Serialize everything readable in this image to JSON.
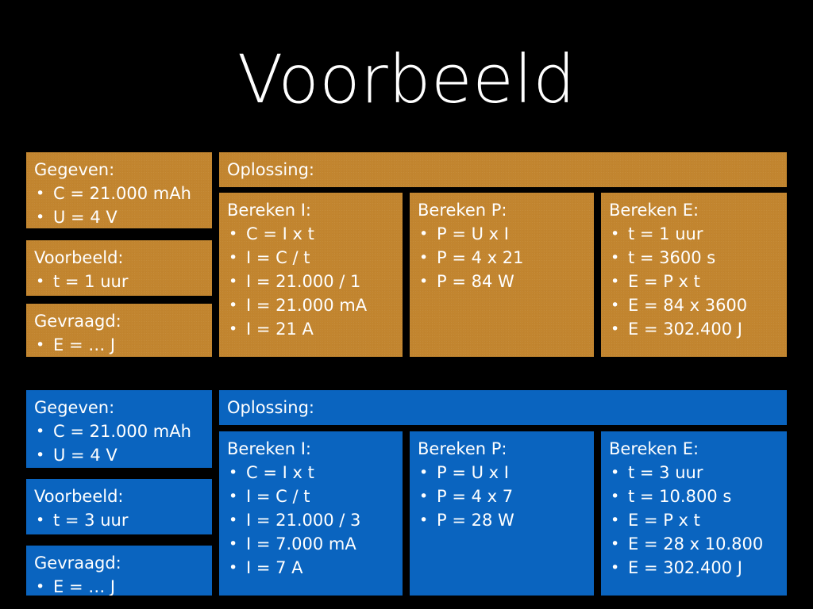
{
  "slide": {
    "title": "Voorbeeld",
    "background_color": "#000000",
    "text_color": "#ffffff"
  },
  "colors": {
    "orange": "#c2852f",
    "blue": "#0a64bf"
  },
  "examples": [
    {
      "variant": "orange",
      "given": {
        "title": "Gegeven:",
        "items": [
          "C = 21.000 mAh",
          "U = 4 V"
        ]
      },
      "example": {
        "title": "Voorbeeld:",
        "items": [
          "t = 1 uur"
        ]
      },
      "asked": {
        "title": "Gevraagd:",
        "items": [
          "E = … J"
        ]
      },
      "solution": {
        "title": "Oplossing:",
        "columns": [
          {
            "title": "Bereken I:",
            "items": [
              "C = I x t",
              "I = C / t",
              "I = 21.000 / 1",
              "I = 21.000 mA",
              "I = 21 A"
            ]
          },
          {
            "title": "Bereken P:",
            "items": [
              "P = U x I",
              "P = 4 x 21",
              "P = 84 W"
            ]
          },
          {
            "title": "Bereken E:",
            "items": [
              "t = 1 uur",
              "t = 3600 s",
              "E = P x t",
              "E = 84 x 3600",
              "E = 302.400 J"
            ]
          }
        ]
      }
    },
    {
      "variant": "blue",
      "given": {
        "title": "Gegeven:",
        "items": [
          "C = 21.000 mAh",
          "U = 4 V"
        ]
      },
      "example": {
        "title": "Voorbeeld:",
        "items": [
          "t = 3 uur"
        ]
      },
      "asked": {
        "title": "Gevraagd:",
        "items": [
          "E = … J"
        ]
      },
      "solution": {
        "title": "Oplossing:",
        "columns": [
          {
            "title": "Bereken I:",
            "items": [
              "C = I x t",
              "I = C / t",
              "I = 21.000 / 3",
              "I = 7.000 mA",
              "I = 7 A"
            ]
          },
          {
            "title": "Bereken P:",
            "items": [
              "P = U x I",
              "P = 4 x 7",
              "P = 28 W"
            ]
          },
          {
            "title": "Bereken E:",
            "items": [
              "t = 3 uur",
              "t = 10.800 s",
              "E = P x t",
              "E = 28 x 10.800",
              "E = 302.400 J"
            ]
          }
        ]
      }
    }
  ]
}
